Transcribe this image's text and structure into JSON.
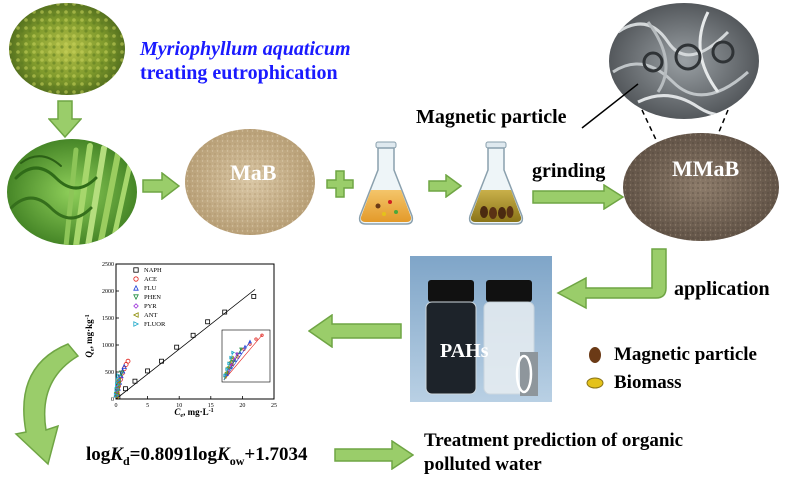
{
  "title_species": "Myriophyllum aquaticum",
  "title_purpose": "treating eutrophication",
  "magnetic_particle_label": "Magnetic particle",
  "mab_label": "MaB",
  "grinding_label": "grinding",
  "mmab_label": "MMaB",
  "application_label": "application",
  "pahs_label": "PAHs",
  "legend": [
    {
      "label": "Magnetic particle",
      "color": "#6b3a16"
    },
    {
      "label": "Biomass",
      "color": "#e4c21a"
    }
  ],
  "equation": {
    "lead": "log",
    "K1": "K",
    "sub1": "d",
    "middle": "=0.8091log",
    "K2": "K",
    "sub2": "ow",
    "tail": "+1.7034"
  },
  "outcome_line1": "Treatment prediction of organic",
  "outcome_line2": "polluted water",
  "colors": {
    "arrow_fill": "#9acd6a",
    "arrow_stroke": "#6fa544",
    "title_blue": "#1a1aff"
  },
  "chart_data": {
    "type": "scatter",
    "xlabel_sym": "C",
    "xlabel_sub": "e",
    "xlabel_unit": ", mg·L",
    "xlabel_sup": "-1",
    "ylabel_sym": "Q",
    "ylabel_sub": "e",
    "ylabel_unit": ", mg·kg",
    "ylabel_sup": "-1",
    "xlim": [
      0,
      25
    ],
    "ylim": [
      0,
      2500
    ],
    "xticks": [
      "0",
      "5",
      "10",
      "15",
      "20",
      "25"
    ],
    "yticks": [
      "0",
      "500",
      "1000",
      "1500",
      "2000",
      "2500"
    ],
    "legend": [
      "NAPH",
      "ACE",
      "FLU",
      "PHEN",
      "PYR",
      "ANT",
      "FLUOR"
    ],
    "series": [
      {
        "name": "NAPH",
        "color": "#000000",
        "marker": "square",
        "x": [
          0.3,
          1.5,
          3.0,
          5.0,
          7.2,
          9.6,
          12.2,
          14.5,
          17.2,
          21.8
        ],
        "y": [
          40,
          190,
          330,
          520,
          700,
          960,
          1180,
          1430,
          1610,
          1900
        ]
      },
      {
        "name": "ACE",
        "color": "#e0201b",
        "marker": "circle",
        "x": [
          0.2,
          0.4,
          0.7,
          1.0,
          1.3,
          1.6,
          1.9
        ],
        "y": [
          110,
          240,
          360,
          480,
          560,
          640,
          700
        ]
      },
      {
        "name": "FLU",
        "color": "#1e3fd6",
        "marker": "triangle-up",
        "x": [
          0.15,
          0.35,
          0.55,
          0.8,
          1.05,
          1.3
        ],
        "y": [
          90,
          200,
          310,
          430,
          520,
          600
        ]
      },
      {
        "name": "PHEN",
        "color": "#1a8a3a",
        "marker": "triangle-down",
        "x": [
          0.1,
          0.25,
          0.45,
          0.65,
          0.85
        ],
        "y": [
          80,
          180,
          290,
          400,
          480
        ]
      },
      {
        "name": "PYR",
        "color": "#9b30d9",
        "marker": "diamond",
        "x": [
          0.08,
          0.2,
          0.35,
          0.5,
          0.65
        ],
        "y": [
          60,
          150,
          240,
          330,
          410
        ]
      },
      {
        "name": "ANT",
        "color": "#8a8a00",
        "marker": "triangle-left",
        "x": [
          0.05,
          0.12,
          0.2,
          0.3,
          0.4
        ],
        "y": [
          50,
          120,
          200,
          280,
          350
        ]
      },
      {
        "name": "FLUOR",
        "color": "#1aa6c8",
        "marker": "triangle-right",
        "x": [
          0.05,
          0.15,
          0.25,
          0.35,
          0.45
        ],
        "y": [
          70,
          170,
          260,
          350,
          430
        ]
      }
    ],
    "fit_line": {
      "x": [
        0,
        22
      ],
      "y": [
        0,
        2030
      ]
    }
  }
}
